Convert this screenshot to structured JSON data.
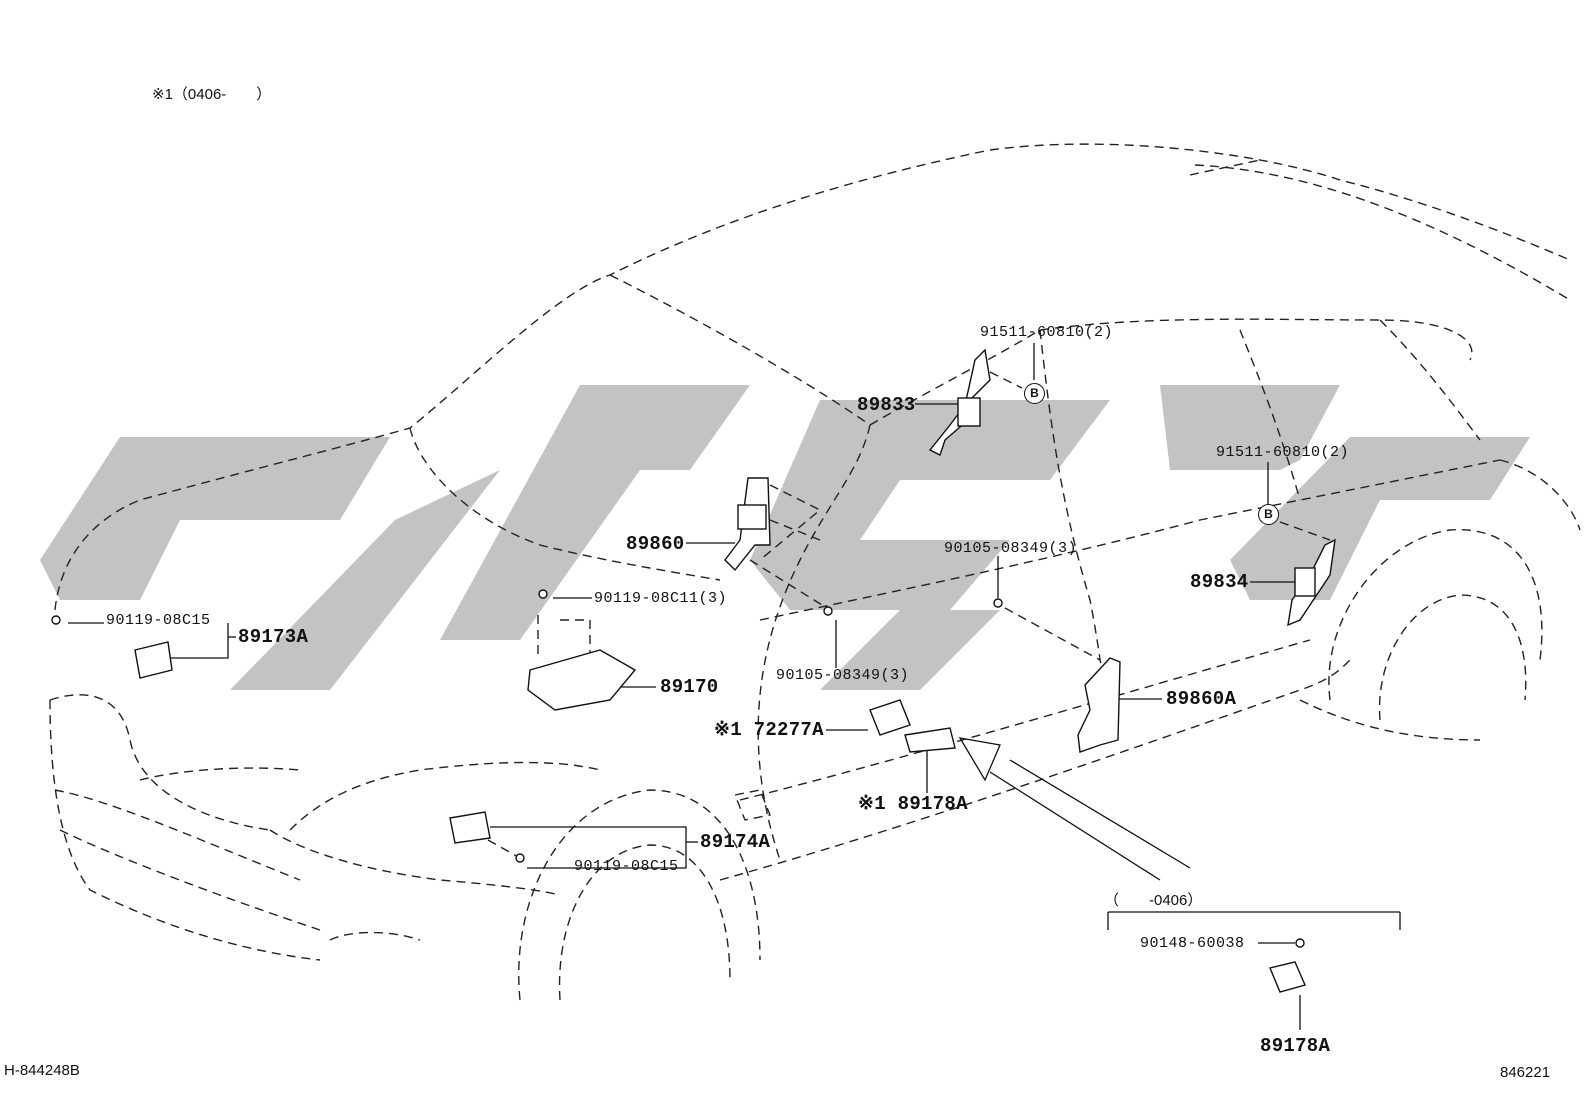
{
  "header": {
    "variant_note": "※1（0406-　　）"
  },
  "footer": {
    "left_code": "H-844248B",
    "right_code": "846221"
  },
  "callout_marker": "B",
  "range_note": "（　　-0406）",
  "labels": {
    "p91511_upper": "91511-60810(2)",
    "p89833": "89833",
    "p91511_rear": "91511-60810(2)",
    "p89860": "89860",
    "p90105_center": "90105-08349(3)",
    "p89834": "89834",
    "p90119_c11": "90119-08C11(3)",
    "p90119_c15_front": "90119-08C15",
    "p89173a": "89173A",
    "p89170": "89170",
    "p90105_lower": "90105-08349(3)",
    "p89860a": "89860A",
    "p72277a": "※1 72277A",
    "p89178a_main": "※1 89178A",
    "p89174a": "89174A",
    "p90119_c15_lower": "90119-08C15",
    "p90148": "90148-60038",
    "p89178a_inset": "89178A"
  }
}
